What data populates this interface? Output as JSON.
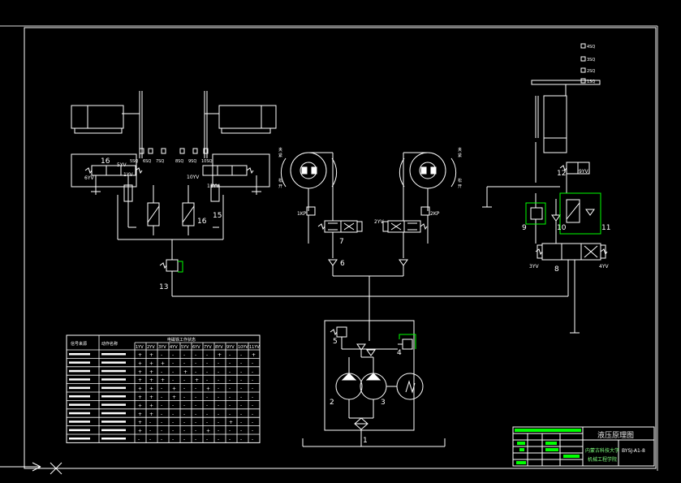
{
  "title_block": {
    "drawing_title": "液压原理图",
    "drawing_number": "BYSJ-A1-8",
    "school_line1": "内蒙古科技大学",
    "school_line2": "机械工程学院"
  },
  "table": {
    "header_col1": "信号来源",
    "header_col2": "动作名称",
    "header_group": "电磁铁工作状态",
    "columns": [
      "1YV",
      "2YV",
      "3YV",
      "4YV",
      "5YV",
      "6YV",
      "7YV",
      "8YV",
      "9YV",
      "10YV",
      "11YV"
    ],
    "rows": [
      [
        "+",
        "+",
        "-",
        "-",
        "-",
        "-",
        "-",
        "+",
        "-",
        "-",
        "+"
      ],
      [
        "+",
        "+",
        "+",
        "-",
        "-",
        "-",
        "-",
        "-",
        "-",
        "-",
        "-"
      ],
      [
        "+",
        "+",
        "-",
        "-",
        "+",
        "-",
        "-",
        "-",
        "-",
        "-",
        "-"
      ],
      [
        "+",
        "+",
        "+",
        "-",
        "-",
        "+",
        "-",
        "-",
        "-",
        "-",
        "-"
      ],
      [
        "+",
        "+",
        "-",
        "+",
        "-",
        "-",
        "+",
        "-",
        "-",
        "-",
        "-"
      ],
      [
        "+",
        "+",
        "-",
        "+",
        "-",
        "-",
        "-",
        "-",
        "-",
        "-",
        "-"
      ],
      [
        "+",
        "+",
        "-",
        "-",
        "-",
        "-",
        "-",
        "-",
        "-",
        "-",
        "-"
      ],
      [
        "+",
        "+",
        "-",
        "-",
        "-",
        "-",
        "-",
        "-",
        "-",
        "-",
        "-"
      ],
      [
        "+",
        "-",
        "-",
        "-",
        "-",
        "-",
        "-",
        "-",
        "+",
        "-",
        "-"
      ],
      [
        "+",
        "-",
        "-",
        "-",
        "-",
        "-",
        "+",
        "-",
        "-",
        "-",
        "-"
      ],
      [
        "-",
        "-",
        "-",
        "-",
        "-",
        "-",
        "-",
        "-",
        "-",
        "-",
        "-"
      ]
    ]
  },
  "numbers": [
    "1",
    "2",
    "3",
    "4",
    "5",
    "6",
    "7",
    "8",
    "9",
    "10",
    "11",
    "12",
    "13",
    "15",
    "16",
    "16"
  ],
  "valve_labels": [
    "1YV",
    "2YV",
    "3YV",
    "4YV",
    "5YV",
    "6YV",
    "9YV",
    "10YV",
    "11YV",
    "1KP",
    "2KP"
  ],
  "switch_labels": [
    "4SQ",
    "3SQ",
    "2SQ",
    "1SQ",
    "5SQ",
    "6SQ",
    "7SQ",
    "8SQ",
    "9SQ",
    "10SQ"
  ],
  "rotation_labels": [
    "夹紧",
    "松开",
    "夹紧",
    "松开"
  ],
  "colors": {
    "line": "#ffffff",
    "accent": "#00ff00",
    "background": "#000000"
  }
}
